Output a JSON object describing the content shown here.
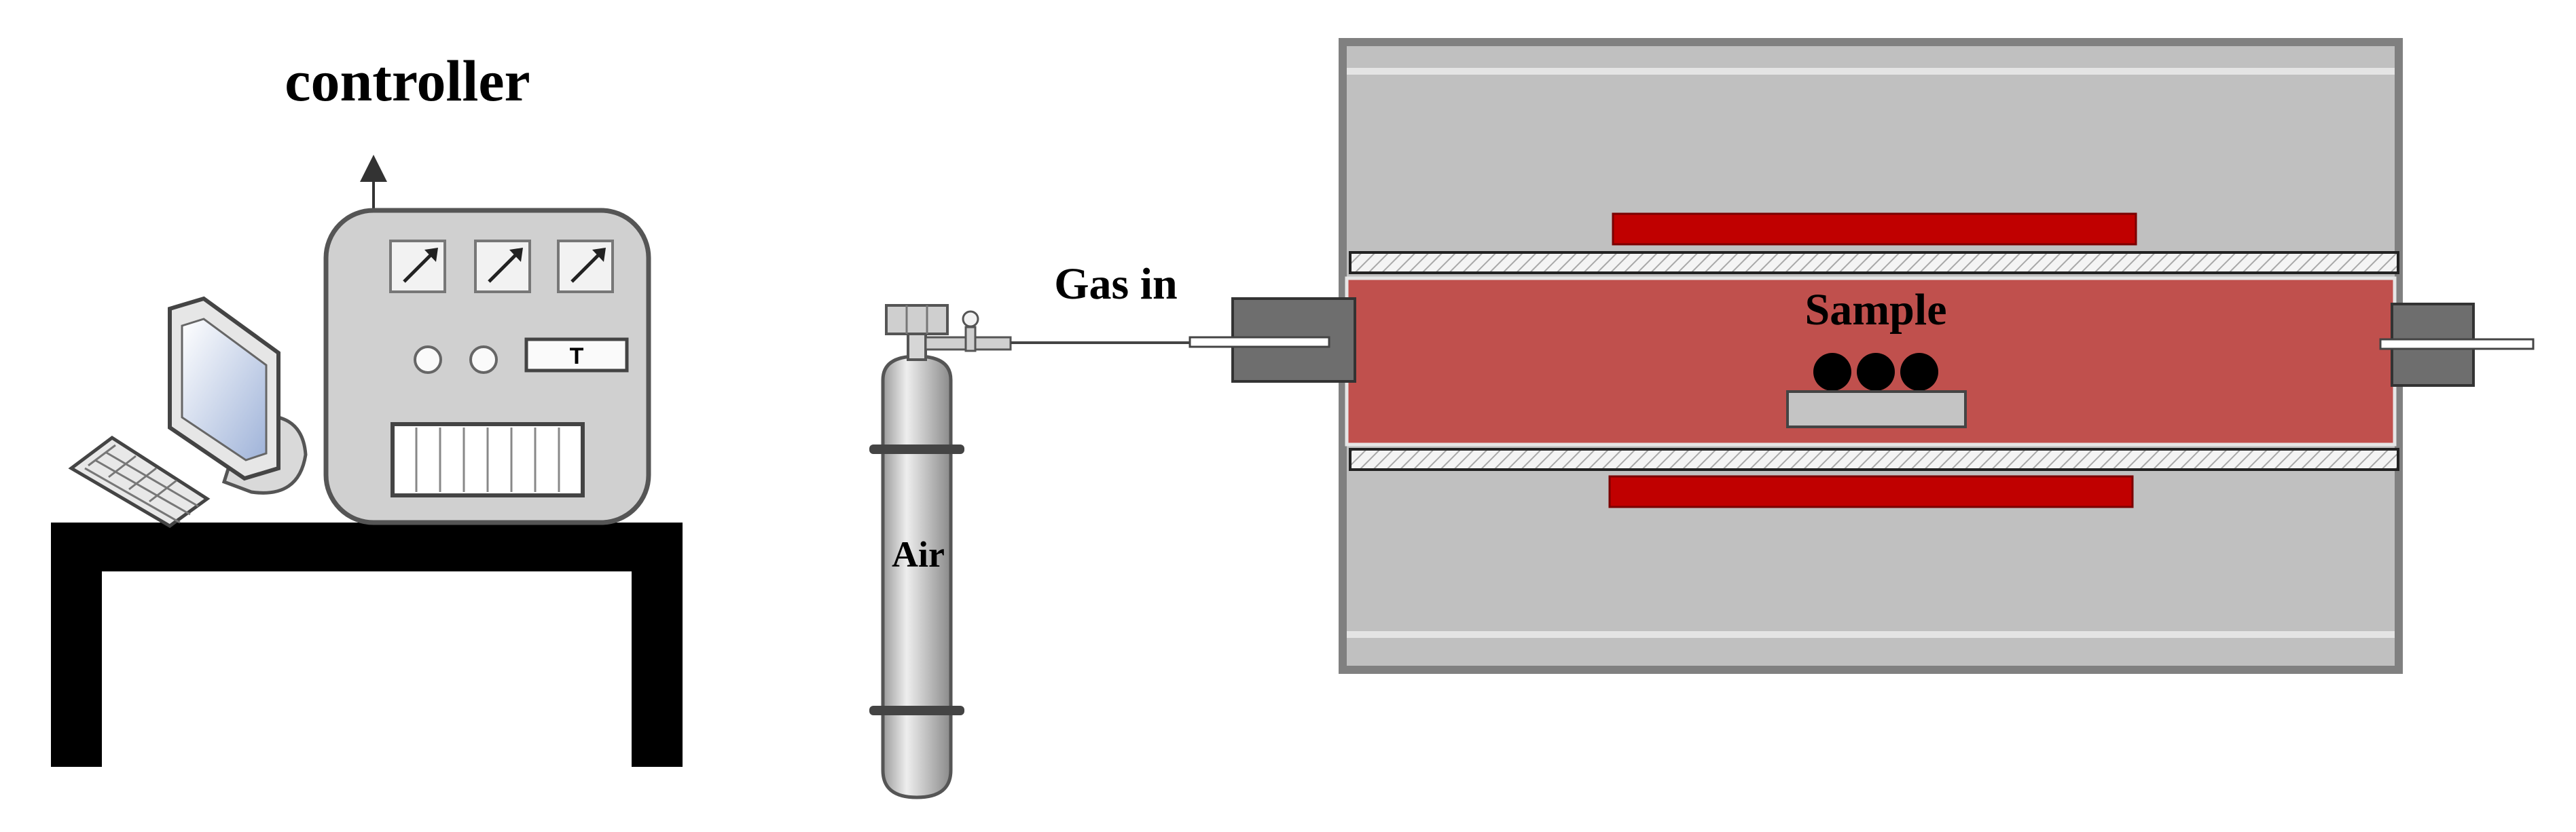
{
  "labels": {
    "controller": "controller",
    "gas_in": "Gas in",
    "sample": "Sample",
    "air": "Air",
    "temp_display": "T"
  },
  "colors": {
    "furnace_body": "#c0c0c0",
    "furnace_frame": "#808080",
    "tube_interior": "#c0504d",
    "heating_element": "#c00000",
    "end_cap": "#6e6e6e",
    "table": "#000000",
    "controller_body": "#d0d0d0",
    "cylinder": "#cfcfcf"
  },
  "icons": {
    "monitor": "monitor-icon",
    "keyboard": "keyboard-icon",
    "gauge": "gauge-icon",
    "knob": "knob-icon",
    "valve": "valve-icon",
    "arrow": "arrow-up-icon"
  }
}
